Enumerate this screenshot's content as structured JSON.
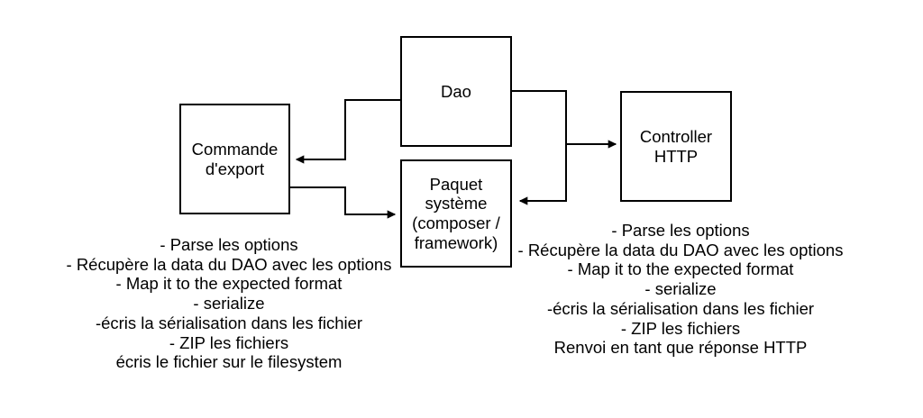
{
  "diagram": {
    "colors": {
      "background": "#ffffff",
      "stroke": "#000000",
      "text": "#000000"
    },
    "boxes": {
      "dao": {
        "label": "Dao"
      },
      "commande_export": {
        "line1": "Commande",
        "line2": "d'export"
      },
      "paquet_systeme": {
        "line1": "Paquet",
        "line2": "système",
        "line3": "(composer /",
        "line4": "framework)"
      },
      "controller_http": {
        "line1": "Controller",
        "line2": "HTTP"
      }
    },
    "left_notes": {
      "lines": [
        "- Parse les options",
        "- Récupère la data du DAO avec les options",
        "- Map it to the expected format",
        "- serialize",
        "-écris la sérialisation dans les fichier",
        "- ZIP les fichiers",
        "écris le fichier sur le filesystem"
      ]
    },
    "right_notes": {
      "lines": [
        "- Parse les options",
        "- Récupère la data du DAO avec les options",
        "- Map it to the expected format",
        "- serialize",
        "-écris la sérialisation dans les fichier",
        "- ZIP les fichiers",
        "Renvoi en tant que réponse HTTP"
      ]
    }
  }
}
